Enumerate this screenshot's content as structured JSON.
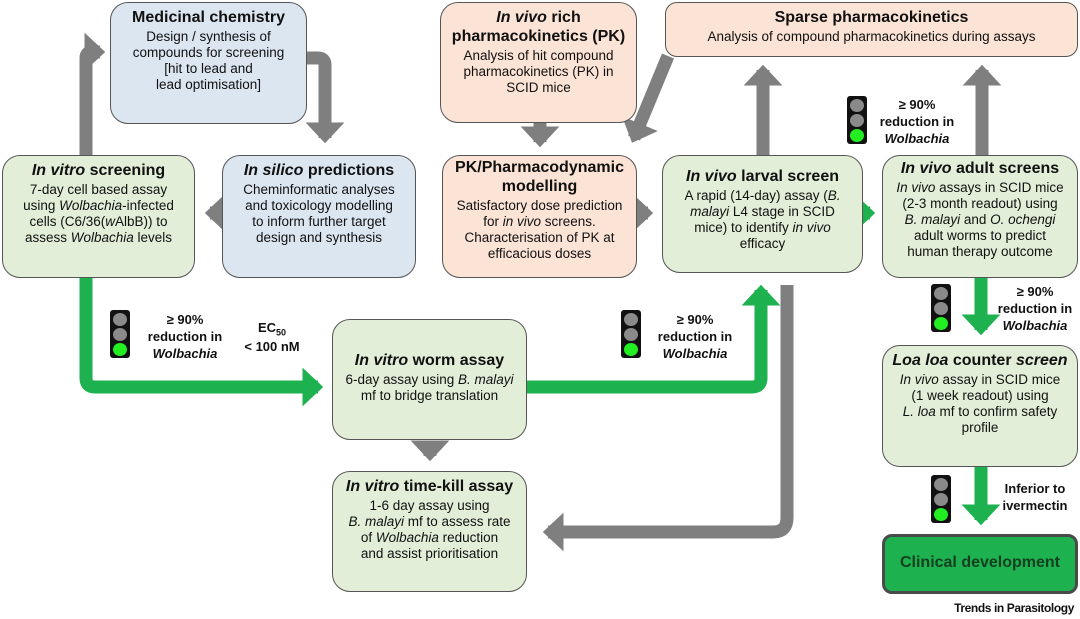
{
  "colors": {
    "grey_arrow": "#7f7f7f",
    "green_arrow": "#1db150",
    "blue_box": "#dce6f1",
    "pink_box": "#fbe3d6",
    "green_box": "#e2eed8",
    "clinical_box": "#1db150"
  },
  "boxes": {
    "medicinal_chemistry": {
      "title": "Medicinal chemistry",
      "lines": [
        "Design / synthesis of",
        "compounds for screening",
        "[hit to lead and",
        "lead optimisation]"
      ]
    },
    "in_vitro_screening": {
      "title_italic": "In vitro",
      "title_rest": " screening",
      "lines": [
        "7-day cell based assay"
      ],
      "line2_pre": "using ",
      "line2_italic": "Wolbachia",
      "line2_post": "-infected",
      "line3_pre": "cells (C6/36(",
      "line3_italic": "w",
      "line3_post": "AlbB)) to",
      "line4_pre": "assess ",
      "line4_italic": "Wolbachia",
      "line4_post": " levels"
    },
    "in_silico": {
      "title_italic": "In silico",
      "title_rest": " predictions",
      "lines": [
        "Cheminformatic analyses",
        "and toxicology modelling",
        "to inform further target",
        "design and synthesis"
      ]
    },
    "rich_pk": {
      "title_italic": "In vivo",
      "title_rest": " rich",
      "title2": "pharmacokinetics (PK)",
      "lines": [
        "Analysis of hit compound",
        "pharmacokinetics (PK) in",
        "SCID mice"
      ]
    },
    "sparse_pk": {
      "title": "Sparse pharmacokinetics",
      "lines": [
        "Analysis of compound pharmacokinetics during assays"
      ]
    },
    "pkpd": {
      "title": "PK/Pharmacodynamic",
      "title2": "modelling",
      "line1": "Satisfactory dose prediction",
      "line2_pre": "for ",
      "line2_italic": "in vivo",
      "line2_post": " screens.",
      "line3": "Characterisation of PK at",
      "line4": "efficacious doses"
    },
    "larval": {
      "title_italic": "In vivo",
      "title_rest": " larval screen",
      "line1_pre": "A rapid (14-day) assay (",
      "line1_italic": "B.",
      "line2_italic": "malayi",
      "line2_post": " L4 stage in SCID",
      "line3_pre": "mice) to identify ",
      "line3_italic": "in vivo",
      "line4": "efficacy"
    },
    "adult": {
      "title_italic": "In vivo",
      "title_rest": " adult screens",
      "line1_italic": "In vivo",
      "line1_post": " assays in SCID mice",
      "line2": "(2-3 month readout) using",
      "line3_italic1": "B. malayi",
      "line3_mid": " and ",
      "line3_italic2": "O. ochengi",
      "line4": "adult worms to predict",
      "line5": "human therapy outcome"
    },
    "worm_assay": {
      "title_italic": "In vitro",
      "title_rest": " worm assay",
      "line1_pre": "6-day assay using ",
      "line1_italic": "B. malayi",
      "line2": "mf to bridge translation"
    },
    "time_kill": {
      "title_italic": "In vitro",
      "title_rest": " time-kill assay",
      "line1": "1-6 day assay using",
      "line2_italic": "B. malayi",
      "line2_post": " mf to assess rate",
      "line3_pre": "of ",
      "line3_italic": "Wolbachia",
      "line3_post": " reduction",
      "line4": "and assist prioritisation"
    },
    "loa_loa": {
      "title_italic1": "Loa loa",
      "title_mid": " counter ",
      "title_italic2": "screen",
      "line1_italic": "In vivo",
      "line1_post": " assay in SCID mice",
      "line2": "(1 week readout) using",
      "line3_italic": "L. loa",
      "line3_post": " mf to confirm safety",
      "line4": "profile"
    },
    "clinical": {
      "title": "Clinical development"
    }
  },
  "criteria": {
    "reduction": {
      "line1": "≥ 90%",
      "line2": "reduction in",
      "line3": "Wolbachia"
    },
    "ec50": {
      "prefix": "EC",
      "sub": "50",
      "line2": "< 100 nM"
    },
    "ivermectin": {
      "line1": "Inferior to",
      "line2": "ivermectin"
    }
  },
  "traffic_light": {
    "state": "green"
  },
  "credit": "Trends in Parasitology"
}
